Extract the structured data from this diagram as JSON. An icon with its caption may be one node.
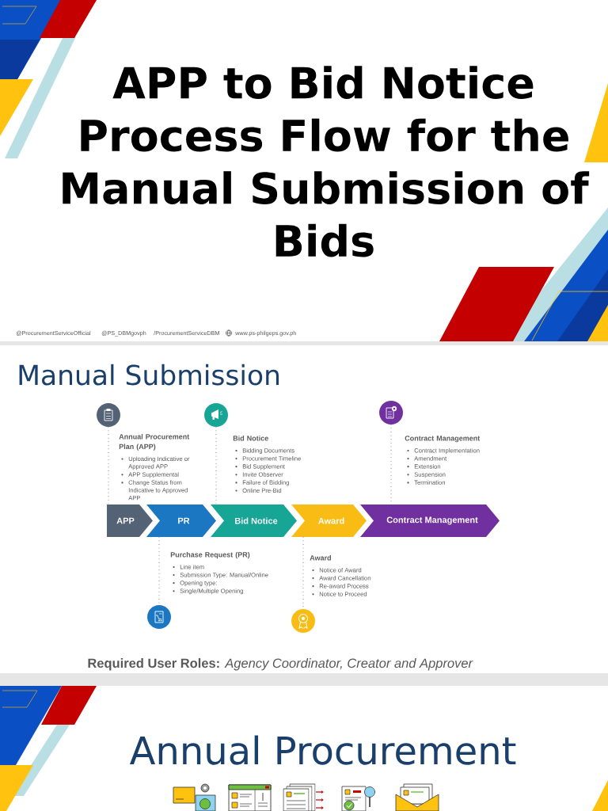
{
  "diagram": {
    "title": "APP to Bid Notice Process Flow for the Manual Submission of Bids",
    "nodes": [
      {
        "text": [],
        "shape": "circle",
        "beside": [
          "Annual Procurement Plan (APP)",
          "Uploading Indicative or Approved APP",
          "APP Supplemental",
          "Change Status from Indicative to Approved APP"
        ]
      },
      {
        "text": [],
        "shape": "circle",
        "beside": [
          "Bid Notice",
          "Bidding Documents",
          "Procurement Timeline",
          "Bid Supplement",
          "Invite Observer",
          "Failure of Bidding",
          "Online Pre-Bid"
        ]
      },
      {
        "text": [],
        "shape": "circle",
        "beside": [
          "Contract Management",
          "Contract Implementation",
          "Amendment",
          "Extension",
          "Suspension",
          "Termination"
        ]
      },
      {
        "text": [
          "APP"
        ]
      },
      {
        "text": [
          "PR"
        ]
      },
      {
        "text": [
          "Bid Notice"
        ]
      },
      {
        "text": [
          "Award"
        ]
      },
      {
        "text": [
          "Contract Management"
        ]
      },
      {
        "text": [],
        "shape": "circle",
        "beside": [
          "Purchase Request (PR)",
          "Line item",
          "Submission Type: Manual/Online",
          "Opening type:",
          "Single/Multiple Opening"
        ]
      },
      {
        "text": [],
        "shape": "circle",
        "beside": [
          "Award",
          "Notice of Award",
          "Award Cancellation",
          "Re-award Process",
          "Notice to Proceed"
        ]
      }
    ],
    "edges": [
      {
        "from": 0,
        "to": 3,
        "arrow": "none",
        "style": "dashed"
      },
      {
        "from": 1,
        "to": 5,
        "arrow": "none",
        "style": "dashed"
      },
      {
        "from": 2,
        "to": 7,
        "arrow": "none",
        "style": "dashed"
      },
      {
        "from": 4,
        "to": 8,
        "arrow": "none",
        "style": "dashed"
      },
      {
        "from": 6,
        "to": 9,
        "arrow": "none",
        "style": "dashed"
      }
    ],
    "labels": [
      "@ProcurementServiceOfficial",
      "@PS_DBMgovph",
      "/ProcurementServiceDBM",
      "www.ps-philgeps.gov.ph",
      "Manual Submission",
      "**Required User Roles:** *Agency Coordinator, Creator and Approver*",
      "Annual Procurement"
    ]
  }
}
